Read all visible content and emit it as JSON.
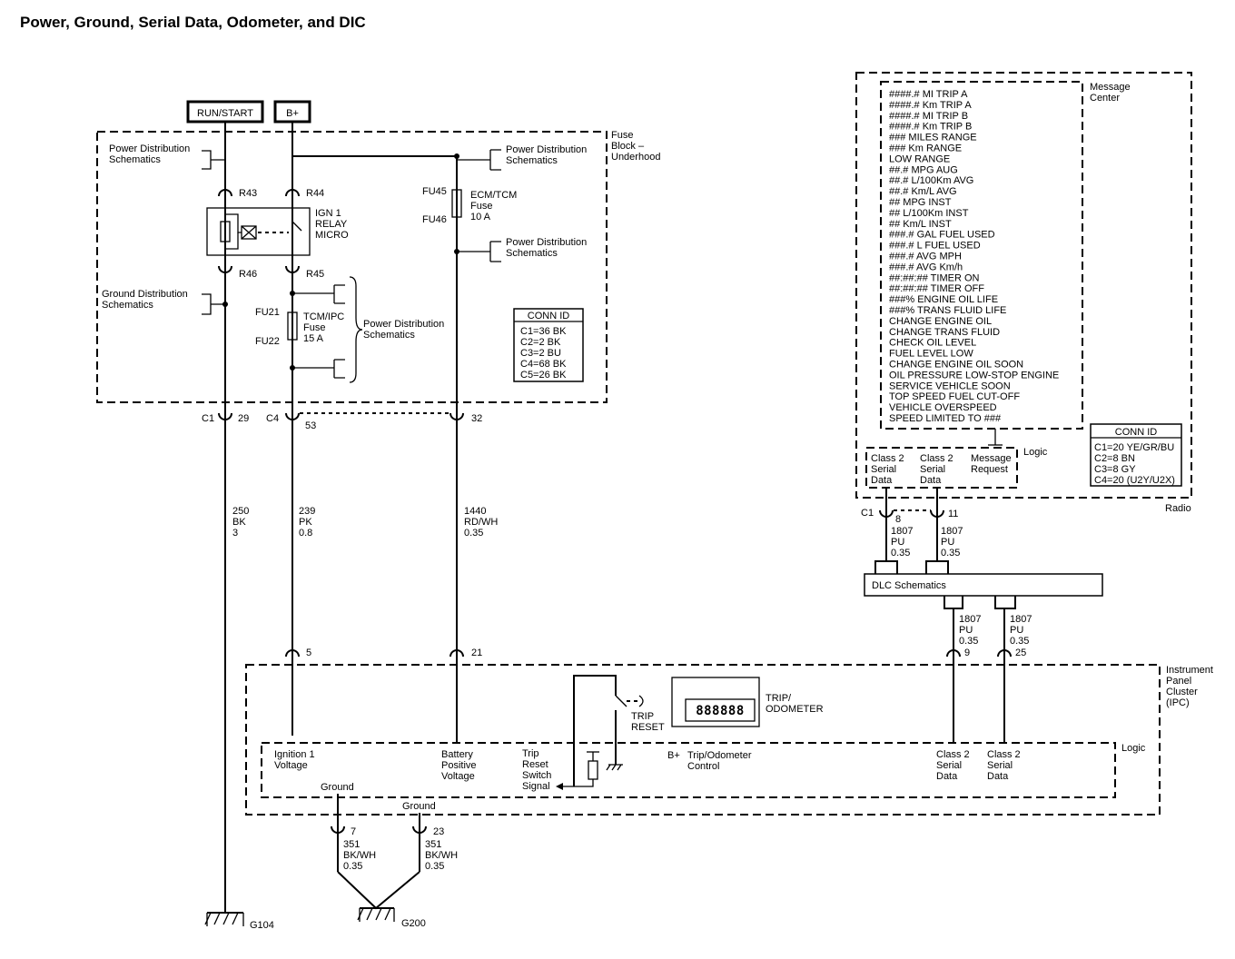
{
  "title": "Power, Ground, Serial Data, Odometer, and DIC",
  "power_sources": {
    "run_start": "RUN/START",
    "b_plus": "B+"
  },
  "fuse_block": {
    "label": [
      "Fuse",
      "Block –",
      "Underhood"
    ],
    "pds_left": [
      "Power Distribution",
      "Schematics"
    ],
    "pds_right_top": [
      "Power Distribution",
      "Schematics"
    ],
    "pds_right_mid": [
      "Power Distribution",
      "Schematics"
    ],
    "pds_center": [
      "Power Distribution",
      "Schematics"
    ],
    "gds_left": [
      "Ground Distribution",
      "Schematics"
    ],
    "r43": "R43",
    "r44": "R44",
    "r46": "R46",
    "r45": "R45",
    "relay": [
      "IGN 1",
      "RELAY",
      "MICRO"
    ],
    "fu45": "FU45",
    "fu46": "FU46",
    "ecm_fuse": [
      "ECM/TCM",
      "Fuse",
      "10 A"
    ],
    "fu21": "FU21",
    "fu22": "FU22",
    "tcm_fuse": [
      "TCM/IPC",
      "Fuse",
      "15 A"
    ],
    "conn_id": {
      "header": "CONN ID",
      "rows": [
        "C1=36 BK",
        "C2=2 BK",
        "C3=2 BU",
        "C4=68 BK",
        "C5=26 BK"
      ]
    },
    "c1": "C1",
    "c1_pin": "29",
    "c4": "C4",
    "c4_pin": "53",
    "pin_32": "32"
  },
  "wires": {
    "w250": [
      "250",
      "BK",
      "3"
    ],
    "w239": [
      "239",
      "PK",
      "0.8"
    ],
    "w1440": [
      "1440",
      "RD/WH",
      "0.35"
    ],
    "w1807_a": [
      "1807",
      "PU",
      "0.35"
    ],
    "w1807_b": [
      "1807",
      "PU",
      "0.35"
    ],
    "w1807_c": [
      "1807",
      "PU",
      "0.35"
    ],
    "w1807_d": [
      "1807",
      "PU",
      "0.35"
    ],
    "w351_a": [
      "351",
      "BK/WH",
      "0.35"
    ],
    "w351_b": [
      "351",
      "BK/WH",
      "0.35"
    ]
  },
  "radio": {
    "label": "Radio",
    "message_center": [
      "Message",
      "Center"
    ],
    "messages": [
      "####.# MI TRIP A",
      "####.# Km TRIP A",
      "####.# MI TRIP B",
      "####.# Km TRIP B",
      "### MILES RANGE",
      "### Km RANGE",
      "LOW RANGE",
      "##.# MPG AUG",
      "##.# L/100Km AVG",
      "##.# Km/L AVG",
      "## MPG INST",
      "## L/100Km INST",
      "## Km/L INST",
      "###.# GAL FUEL USED",
      "###.# L FUEL USED",
      "###.# AVG MPH",
      "###.# AVG Km/h",
      "##:##:## TIMER ON",
      "##:##:## TIMER OFF",
      "###% ENGINE OIL LIFE",
      "###% TRANS FLUID LIFE",
      "CHANGE ENGINE OIL",
      "CHANGE TRANS FLUID",
      "CHECK OIL LEVEL",
      "FUEL LEVEL LOW",
      "CHANGE ENGINE OIL SOON",
      "OIL PRESSURE LOW-STOP ENGINE",
      "SERVICE VEHICLE SOON",
      "TOP SPEED FUEL CUT-OFF",
      "VEHICLE OVERSPEED",
      "SPEED LIMITED TO ###"
    ],
    "logic": "Logic",
    "class2_a": [
      "Class 2",
      "Serial",
      "Data"
    ],
    "class2_b": [
      "Class 2",
      "Serial",
      "Data"
    ],
    "msg_request": [
      "Message",
      "Request"
    ],
    "conn_id": {
      "header": "CONN ID",
      "rows": [
        "C1=20 YE/GR/BU",
        "C2=8 BN",
        "C3=8 GY",
        "C4=20 (U2Y/U2X)"
      ]
    },
    "c1": "C1",
    "pin_8": "8",
    "pin_11": "11"
  },
  "dlc": "DLC Schematics",
  "ipc": {
    "label": [
      "Instrument",
      "Panel",
      "Cluster",
      "(IPC)"
    ],
    "logic": "Logic",
    "pin_5": "5",
    "pin_21": "21",
    "pin_9": "9",
    "pin_25": "25",
    "ign_voltage": [
      "Ignition 1",
      "Voltage"
    ],
    "batt_voltage": [
      "Battery",
      "Positive",
      "Voltage"
    ],
    "trip_reset_signal": [
      "Trip",
      "Reset",
      "Switch",
      "Signal"
    ],
    "trip_reset": [
      "TRIP",
      "RESET"
    ],
    "b_plus": "B+",
    "trip_odo_control": [
      "Trip/Odometer",
      "Control"
    ],
    "trip_odometer": [
      "TRIP/",
      "ODOMETER"
    ],
    "odo_display": "888888",
    "class2_a": [
      "Class 2",
      "Serial",
      "Data"
    ],
    "class2_b": [
      "Class 2",
      "Serial",
      "Data"
    ],
    "ground_a": "Ground",
    "ground_b": "Ground",
    "pin_7": "7",
    "pin_23": "23"
  },
  "grounds": {
    "g104": "G104",
    "g200": "G200"
  }
}
